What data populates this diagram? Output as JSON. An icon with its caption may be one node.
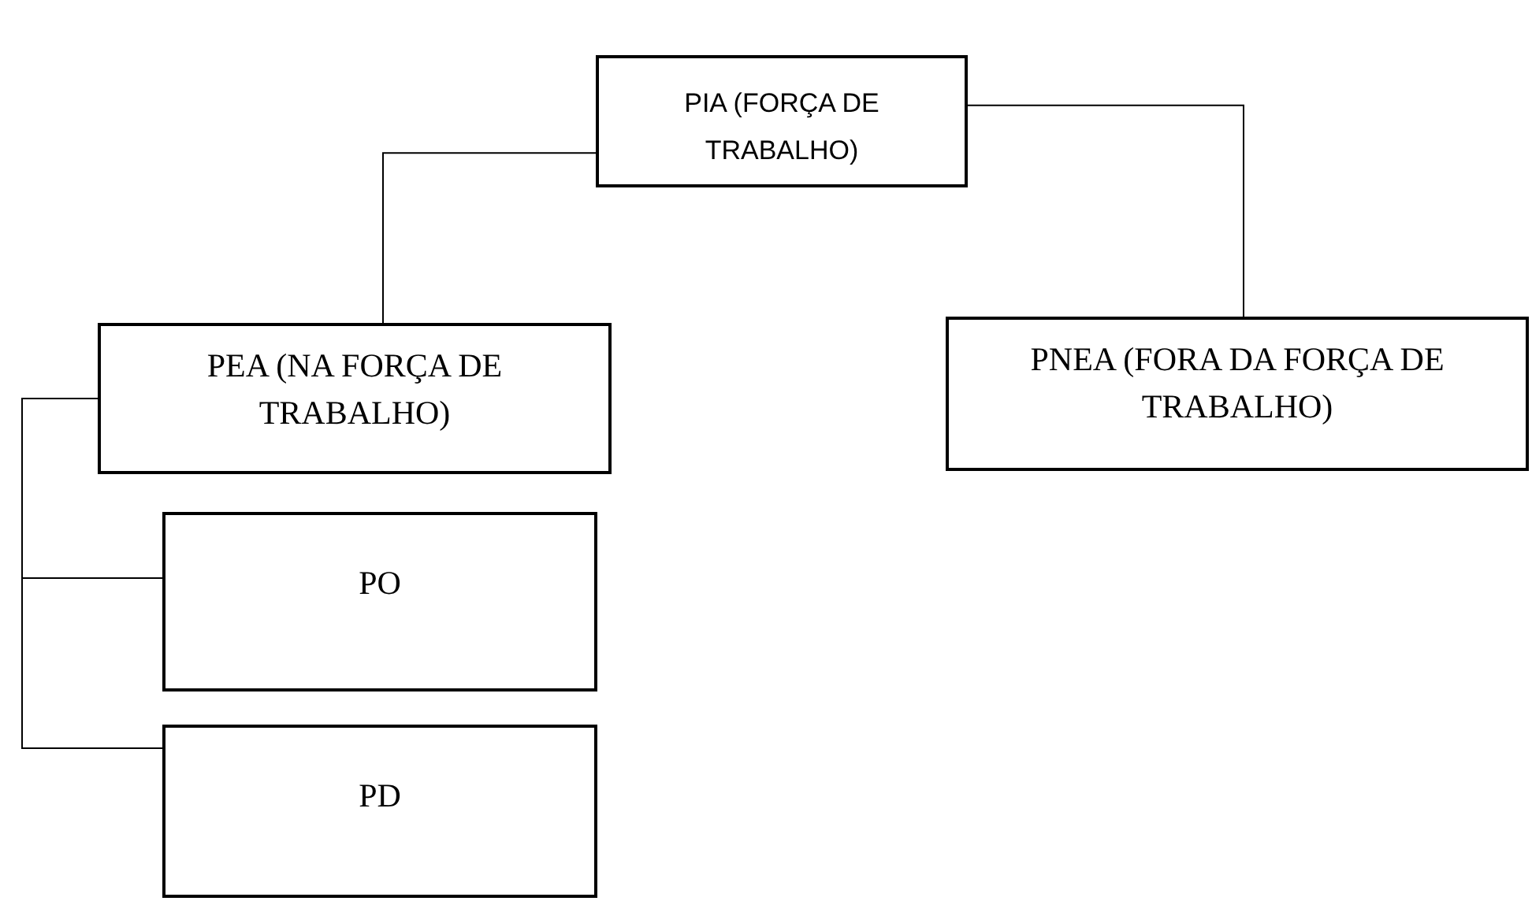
{
  "diagram": {
    "nodes": [
      {
        "text": [
          "PIA (FORÇA DE TRABALHO)"
        ]
      },
      {
        "text": [
          "PEA (NA FORÇA DE TRABALHO)"
        ]
      },
      {
        "text": [
          "PNEA (FORA DA FORÇA DE TRABALHO)"
        ]
      },
      {
        "text": [
          "PO"
        ]
      },
      {
        "text": [
          "PD"
        ]
      }
    ],
    "edges": [
      {
        "from": 0,
        "to": 1,
        "arrow": "none"
      },
      {
        "from": 0,
        "to": 2,
        "arrow": "none"
      },
      {
        "from": 1,
        "to": 3,
        "arrow": "none"
      },
      {
        "from": 1,
        "to": 4,
        "arrow": "none"
      }
    ]
  }
}
